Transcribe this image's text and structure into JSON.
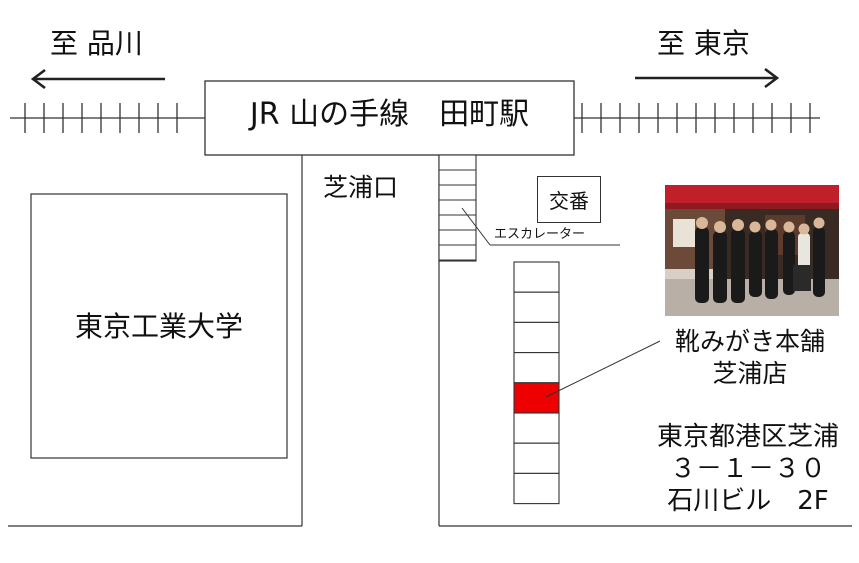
{
  "directions": {
    "west": "至 品川",
    "east": "至 東京"
  },
  "station": {
    "label": "JR 山の手線　田町駅"
  },
  "exit_label": "芝浦口",
  "escalator_label": "エスカレーター",
  "koban_label": "交番",
  "university_label": "東京工業大学",
  "shop": {
    "name_line1": "靴みがき本舗",
    "name_line2": "芝浦店",
    "marker_color": "#ee0000"
  },
  "address": {
    "line1": "東京都港区芝浦",
    "line2": "３－１－３０",
    "line3": "石川ビル　2F"
  }
}
